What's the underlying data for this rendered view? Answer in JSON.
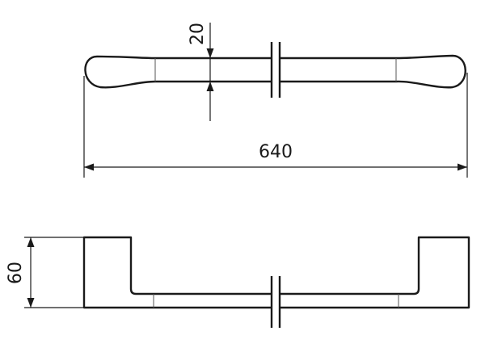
{
  "drawing": {
    "top_view": {
      "thickness_dimension": "20",
      "length_dimension": "640"
    },
    "side_view": {
      "height_dimension": "60"
    },
    "line_color": "#1a1a1a"
  }
}
